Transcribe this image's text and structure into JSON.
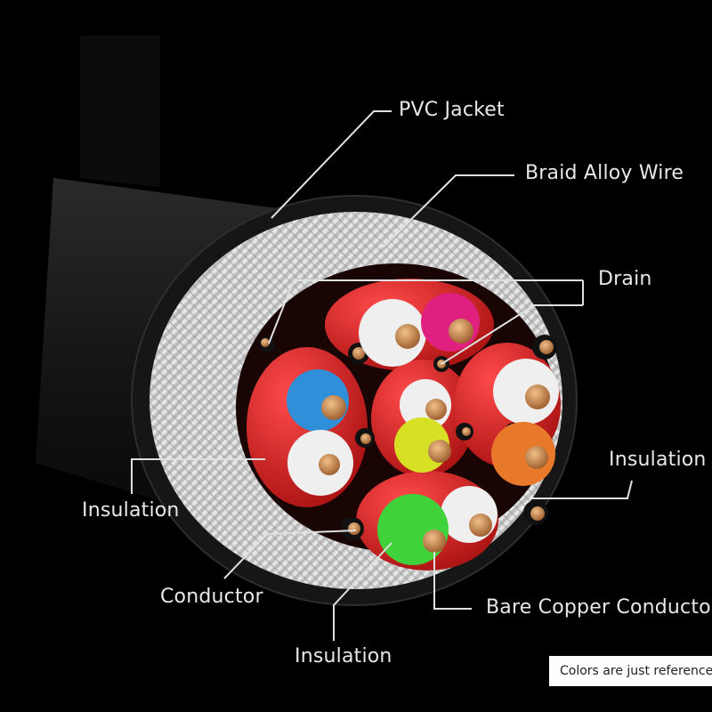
{
  "labels": {
    "pvc_jacket": "PVC Jacket",
    "braid_alloy_wire": "Braid Alloy Wire",
    "drain": "Drain",
    "insulation_right": "Insulation",
    "insulation_left": "Insulation",
    "conductor": "Conductor",
    "bare_copper_conductor": "Bare Copper Conductor",
    "insulation_bottom": "Insulation"
  },
  "note": "Colors are just reference",
  "colors": {
    "background": "#000000",
    "jacket": "#1a1a1a",
    "braid": "#d9d9d9",
    "pair_wrap": "#d81e1e",
    "copper": "#c98a55",
    "insulation_white": "#f2f2f2",
    "insulation_pink": "#e0207f",
    "insulation_blue": "#2f8fd8",
    "insulation_yellow": "#d8e026",
    "insulation_orange": "#e8782a",
    "insulation_green": "#3fd23a"
  }
}
